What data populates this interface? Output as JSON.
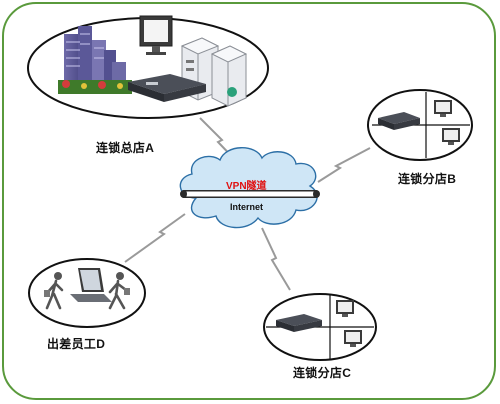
{
  "diagram": {
    "cloud": {
      "tunnel_label": "VPN隧道",
      "network_label": "Internet"
    },
    "sites": {
      "hq": {
        "label": "连锁总店A"
      },
      "branch_b": {
        "label": "连锁分店B"
      },
      "branch_c": {
        "label": "连锁分店C"
      },
      "remote_d": {
        "label": "出差员工D"
      }
    }
  },
  "colors": {
    "frame": "#5a9a3c",
    "cloud_fill": "#cfe6f6",
    "cloud_stroke": "#2c6fa6",
    "tunnel_text": "#e01010",
    "link_line": "#9a9a9a"
  },
  "icons": [
    "city-buildings-icon",
    "desktop-monitor-icon",
    "server-icon",
    "vpn-router-icon",
    "laptop-icon",
    "walking-person-icon",
    "lightning-link-icon"
  ]
}
